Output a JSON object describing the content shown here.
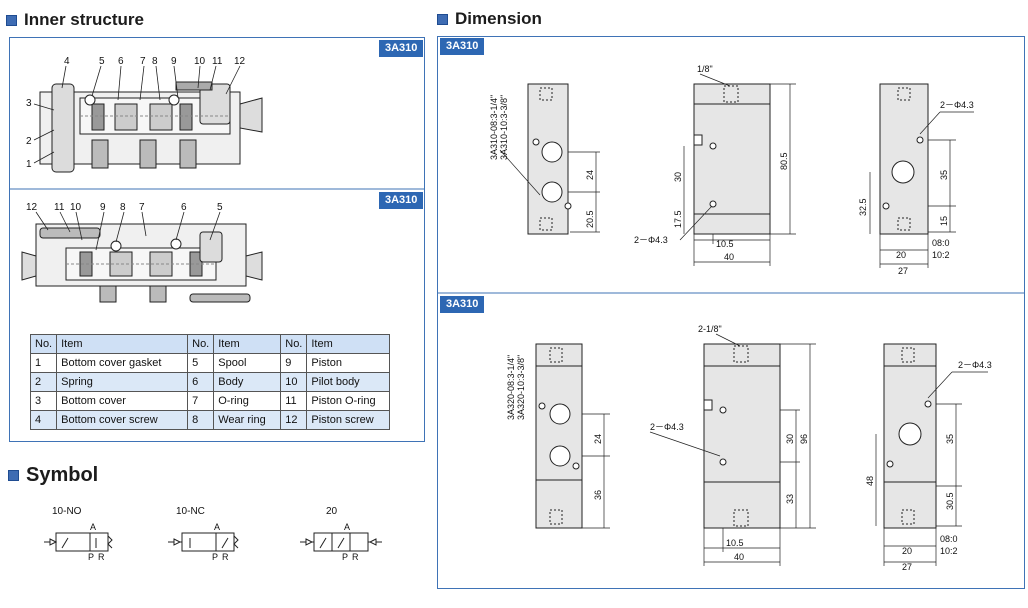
{
  "headings": {
    "inner": "Inner structure",
    "dimension": "Dimension",
    "symbol": "Symbol"
  },
  "tags": {
    "inner_top": "3A310",
    "inner_bottom": "3A310",
    "dim_top": "3A310",
    "dim_bottom": "3A310"
  },
  "callouts": {
    "top": [
      "4",
      "5",
      "6",
      "7",
      "8",
      "9",
      "10",
      "11",
      "12",
      "3",
      "2",
      "1"
    ],
    "bottom": [
      "12",
      "11",
      "10",
      "9",
      "8",
      "7",
      "6",
      "5"
    ]
  },
  "table": {
    "header": [
      "No.",
      "Item",
      "No.",
      "Item",
      "No.",
      "Item"
    ],
    "rows": [
      [
        "1",
        "Bottom cover gasket",
        "5",
        "Spool",
        "9",
        "Piston"
      ],
      [
        "2",
        "Spring",
        "6",
        "Body",
        "10",
        "Pilot body"
      ],
      [
        "3",
        "Bottom cover",
        "7",
        "O-ring",
        "11",
        "Piston O-ring"
      ],
      [
        "4",
        "Bottom cover screw",
        "8",
        "Wear ring",
        "12",
        "Piston screw"
      ]
    ]
  },
  "dim_top": {
    "models": [
      "3A310-08:3-1/4\"",
      "3A310-10:3-3/8\""
    ],
    "front": {
      "d24": "24",
      "d205": "20.5"
    },
    "side": {
      "port": "1/8\"",
      "d30": "30",
      "d175": "17.5",
      "hole": "2－Φ4.3",
      "d805": "80.5",
      "d105": "10.5",
      "d40": "40"
    },
    "back": {
      "hole": "2－Φ4.3",
      "d35": "35",
      "d325": "32.5",
      "d15": "15",
      "d20": "20",
      "d27": "27",
      "p08": "08:0",
      "p10": "10:2"
    }
  },
  "dim_bottom": {
    "models": [
      "3A320-08:3-1/4\"",
      "3A320-10:3-3/8\""
    ],
    "front": {
      "d24": "24",
      "d36": "36"
    },
    "side": {
      "port": "2-1/8\"",
      "hole": "2－Φ4.3",
      "d30": "30",
      "d96": "96",
      "d33": "33",
      "d105": "10.5",
      "d40": "40"
    },
    "back": {
      "hole": "2－Φ4.3",
      "d35": "35",
      "d48": "48",
      "d305": "30.5",
      "d20": "20",
      "d27": "27",
      "p08": "08:0",
      "p10": "10:2"
    }
  },
  "symbols": [
    {
      "label": "10-NO",
      "ports": [
        "A",
        "P",
        "R"
      ]
    },
    {
      "label": "10-NC",
      "ports": [
        "A",
        "P",
        "R"
      ]
    },
    {
      "label": "20",
      "ports": [
        "A",
        "P",
        "R"
      ]
    }
  ]
}
